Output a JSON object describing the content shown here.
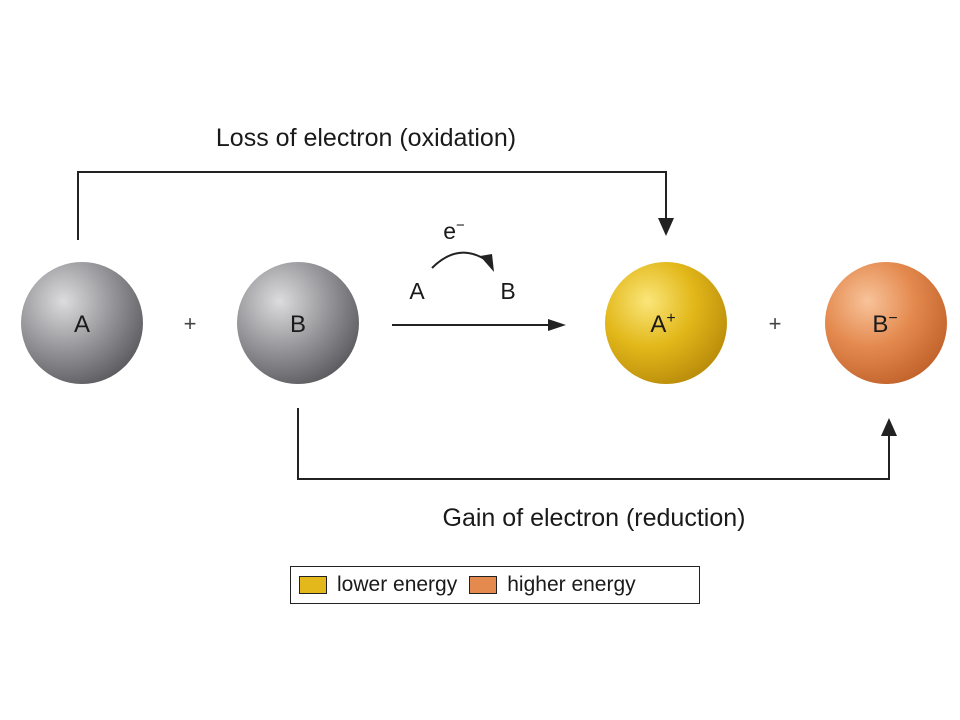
{
  "top_label": "Loss of electron (oxidation)",
  "bottom_label": "Gain of electron (reduction)",
  "spheres": [
    {
      "label": "A",
      "base": "",
      "sup": "",
      "color": "#8e8e92"
    },
    {
      "label": "B",
      "base": "",
      "sup": "",
      "color": "#8e8e92"
    },
    {
      "label": "",
      "base": "A",
      "sup": "+",
      "color": "#e2b81a"
    },
    {
      "label": "",
      "base": "B",
      "sup": "−",
      "color": "#e48a4f"
    }
  ],
  "plus_signs": [
    "+",
    "+"
  ],
  "transfer": {
    "electron_base": "e",
    "electron_sup": "−",
    "from": "A",
    "to": "B"
  },
  "legend": [
    {
      "label": "lower energy",
      "color": "#e2b81a"
    },
    {
      "label": "higher energy",
      "color": "#e48a4f"
    }
  ]
}
